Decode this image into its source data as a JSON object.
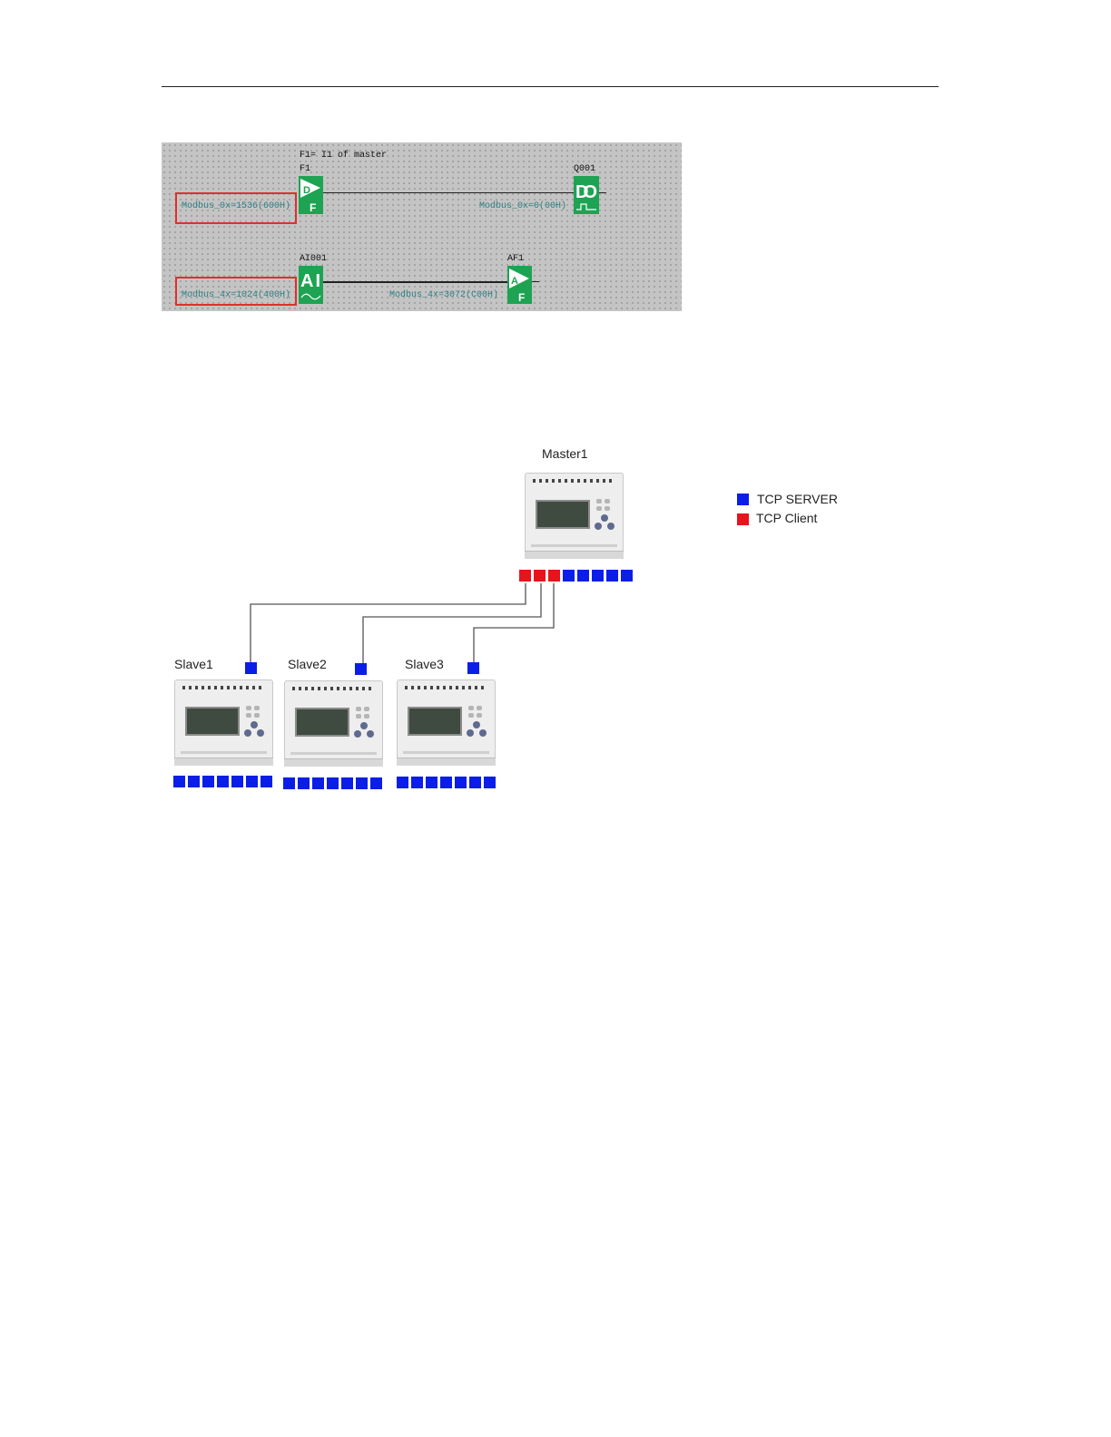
{
  "fbd": {
    "note": "F1= I1 of master",
    "f1_name": "F1",
    "f1_addr": "Modbus_0x=1536(600H)",
    "q001_name": "Q001",
    "q001_addr": "Modbus_0x=0(00H)",
    "ai001_name": "AI001",
    "ai001_addr": "Modbus_4x=1024(400H)",
    "af1_name": "AF1",
    "af1_addr": "Modbus_4x=3072(C00H)",
    "block_f1_glyph": "D",
    "block_f1_sub": "F",
    "block_q001_glyph": "DO",
    "block_ai001_glyph": "AI",
    "block_af1_glyph": "A",
    "block_af1_sub": "F",
    "highlight_color": "#e0302c",
    "address_color": "#2f7f84",
    "block_color": "#1ea352"
  },
  "network": {
    "master_label": "Master1",
    "slaves": [
      "Slave1",
      "Slave2",
      "Slave3"
    ],
    "legend": [
      {
        "label": "TCP SERVER",
        "color": "#0a1ee8",
        "icon": "blue-square"
      },
      {
        "label": "TCP Client",
        "color": "#e8141b",
        "icon": "red-square"
      }
    ]
  }
}
